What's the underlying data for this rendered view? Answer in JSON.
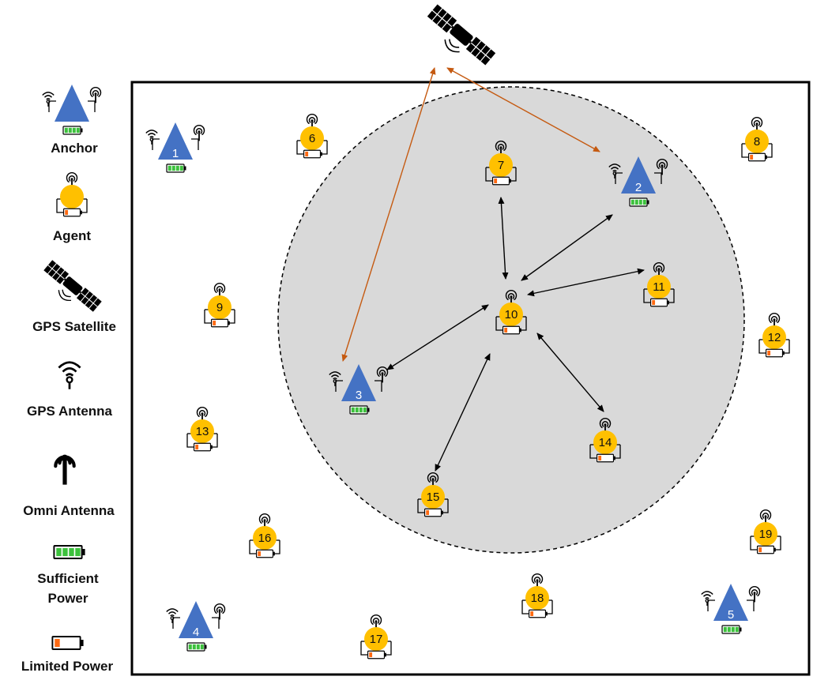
{
  "legend": {
    "anchor_label": "Anchor",
    "agent_label": "Agent",
    "satellite_label": "GPS Satellite",
    "gps_antenna_label": "GPS Antenna",
    "omni_antenna_label": "Omni Antenna",
    "sufficient_power_label_line1": "Sufficient",
    "sufficient_power_label_line2": "Power",
    "limited_power_label": "Limited Power"
  },
  "colors": {
    "anchor": "#4472c4",
    "agent": "#ffc000",
    "battery_full": "#3cc13c",
    "battery_low": "#ff6a13",
    "satellite_link": "#c55a11",
    "range_fill": "#d9d9d9",
    "link": "#000000"
  },
  "anchors": [
    {
      "id": "1",
      "battery": "sufficient"
    },
    {
      "id": "2",
      "battery": "sufficient"
    },
    {
      "id": "3",
      "battery": "sufficient"
    },
    {
      "id": "4",
      "battery": "sufficient"
    },
    {
      "id": "5",
      "battery": "sufficient"
    }
  ],
  "agents": [
    {
      "id": "6",
      "battery": "limited"
    },
    {
      "id": "7",
      "battery": "limited"
    },
    {
      "id": "8",
      "battery": "limited"
    },
    {
      "id": "9",
      "battery": "limited"
    },
    {
      "id": "10",
      "battery": "limited"
    },
    {
      "id": "11",
      "battery": "limited"
    },
    {
      "id": "12",
      "battery": "limited"
    },
    {
      "id": "13",
      "battery": "limited"
    },
    {
      "id": "14",
      "battery": "limited"
    },
    {
      "id": "15",
      "battery": "limited"
    },
    {
      "id": "16",
      "battery": "limited"
    },
    {
      "id": "17",
      "battery": "limited"
    },
    {
      "id": "18",
      "battery": "limited"
    },
    {
      "id": "19",
      "battery": "limited"
    }
  ],
  "links": [
    {
      "from": "10",
      "to": "7",
      "type": "ranging"
    },
    {
      "from": "10",
      "to": "2",
      "type": "ranging"
    },
    {
      "from": "10",
      "to": "11",
      "type": "ranging"
    },
    {
      "from": "10",
      "to": "3",
      "type": "ranging"
    },
    {
      "from": "10",
      "to": "15",
      "type": "ranging"
    },
    {
      "from": "10",
      "to": "14",
      "type": "ranging"
    },
    {
      "from": "satellite",
      "to": "2",
      "type": "gps"
    },
    {
      "from": "satellite",
      "to": "3",
      "type": "gps"
    }
  ]
}
